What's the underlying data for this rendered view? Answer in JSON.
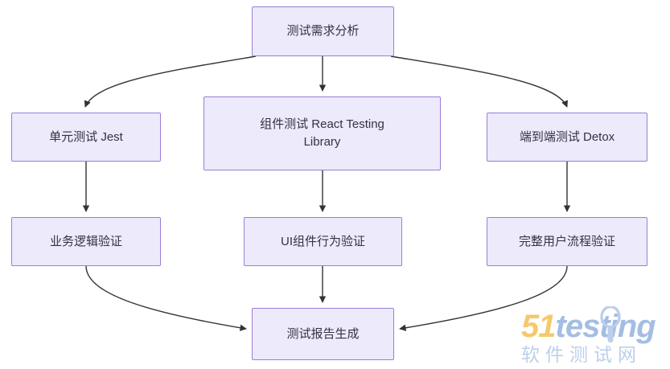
{
  "diagram": {
    "type": "flowchart",
    "direction": "top-down",
    "theme": {
      "node_fill": "#ECEAFB",
      "node_border": "#9D7CD8",
      "node_text": "#333344",
      "edge_stroke": "#333333",
      "background": "#FFFFFF"
    },
    "nodes": [
      {
        "id": "req",
        "label": "测试需求分析",
        "lines": [
          "测试需求分析"
        ]
      },
      {
        "id": "unit",
        "label": "单元测试 Jest",
        "lines": [
          "单元测试 Jest"
        ]
      },
      {
        "id": "comp",
        "label": "组件测试 React Testing Library",
        "lines": [
          "组件测试 React Testing",
          "Library"
        ]
      },
      {
        "id": "e2e",
        "label": "端到端测试 Detox",
        "lines": [
          "端到端测试 Detox"
        ]
      },
      {
        "id": "logic",
        "label": "业务逻辑验证",
        "lines": [
          "业务逻辑验证"
        ]
      },
      {
        "id": "uibeh",
        "label": "UI组件行为验证",
        "lines": [
          "UI组件行为验证"
        ]
      },
      {
        "id": "flow",
        "label": "完整用户流程验证",
        "lines": [
          "完整用户流程验证"
        ]
      },
      {
        "id": "report",
        "label": "测试报告生成",
        "lines": [
          "测试报告生成"
        ]
      }
    ],
    "edges": [
      {
        "from": "req",
        "to": "unit",
        "label": ""
      },
      {
        "from": "req",
        "to": "comp",
        "label": ""
      },
      {
        "from": "req",
        "to": "e2e",
        "label": ""
      },
      {
        "from": "unit",
        "to": "logic",
        "label": ""
      },
      {
        "from": "comp",
        "to": "uibeh",
        "label": ""
      },
      {
        "from": "e2e",
        "to": "flow",
        "label": ""
      },
      {
        "from": "logic",
        "to": "report",
        "label": ""
      },
      {
        "from": "uibeh",
        "to": "report",
        "label": ""
      },
      {
        "from": "flow",
        "to": "report",
        "label": ""
      }
    ]
  },
  "watermark": {
    "brand_51": "51",
    "brand_testing": "testing",
    "subtitle": "软件测试网",
    "color_51": "#F5C96B",
    "color_testing": "#A4BDE4",
    "color_subtitle": "#BCCFEA"
  }
}
